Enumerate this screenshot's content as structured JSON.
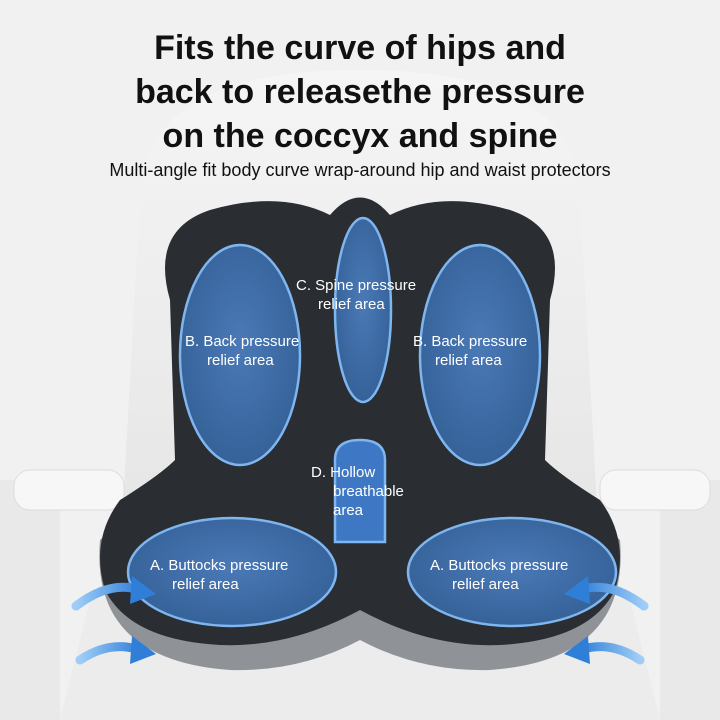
{
  "headline": {
    "line1": "Fits the curve of hips and",
    "line2": "back to releasethe pressure",
    "line3": "on the coccyx and spine"
  },
  "subheadline": "Multi-angle fit body curve wrap-around hip and waist protectors",
  "zones": {
    "spine": {
      "line1": "C. Spine pressure",
      "line2": "relief area"
    },
    "back_left": {
      "line1": "B. Back pressure",
      "line2": "relief area"
    },
    "back_right": {
      "line1": "B. Back pressure",
      "line2": "relief area"
    },
    "hollow": {
      "line1": "D. Hollow",
      "line2": "breathable",
      "line3": "area"
    },
    "buttocks_left": {
      "line1": "A. Buttocks pressure",
      "line2": "relief area"
    },
    "buttocks_right": {
      "line1": "A. Buttocks pressure",
      "line2": "relief area"
    }
  },
  "colors": {
    "background": "#f1f1f1",
    "cushion": "#2a2d31",
    "cushion_edge": "#8f9398",
    "zone_fill": "#3f6fb0",
    "zone_outline": "#7fb6f0",
    "arrow": "#3b8fe6"
  },
  "icons": {
    "arrows": [
      "curved-arrow-icon",
      "curved-arrow-icon",
      "curved-arrow-icon",
      "curved-arrow-icon"
    ]
  }
}
